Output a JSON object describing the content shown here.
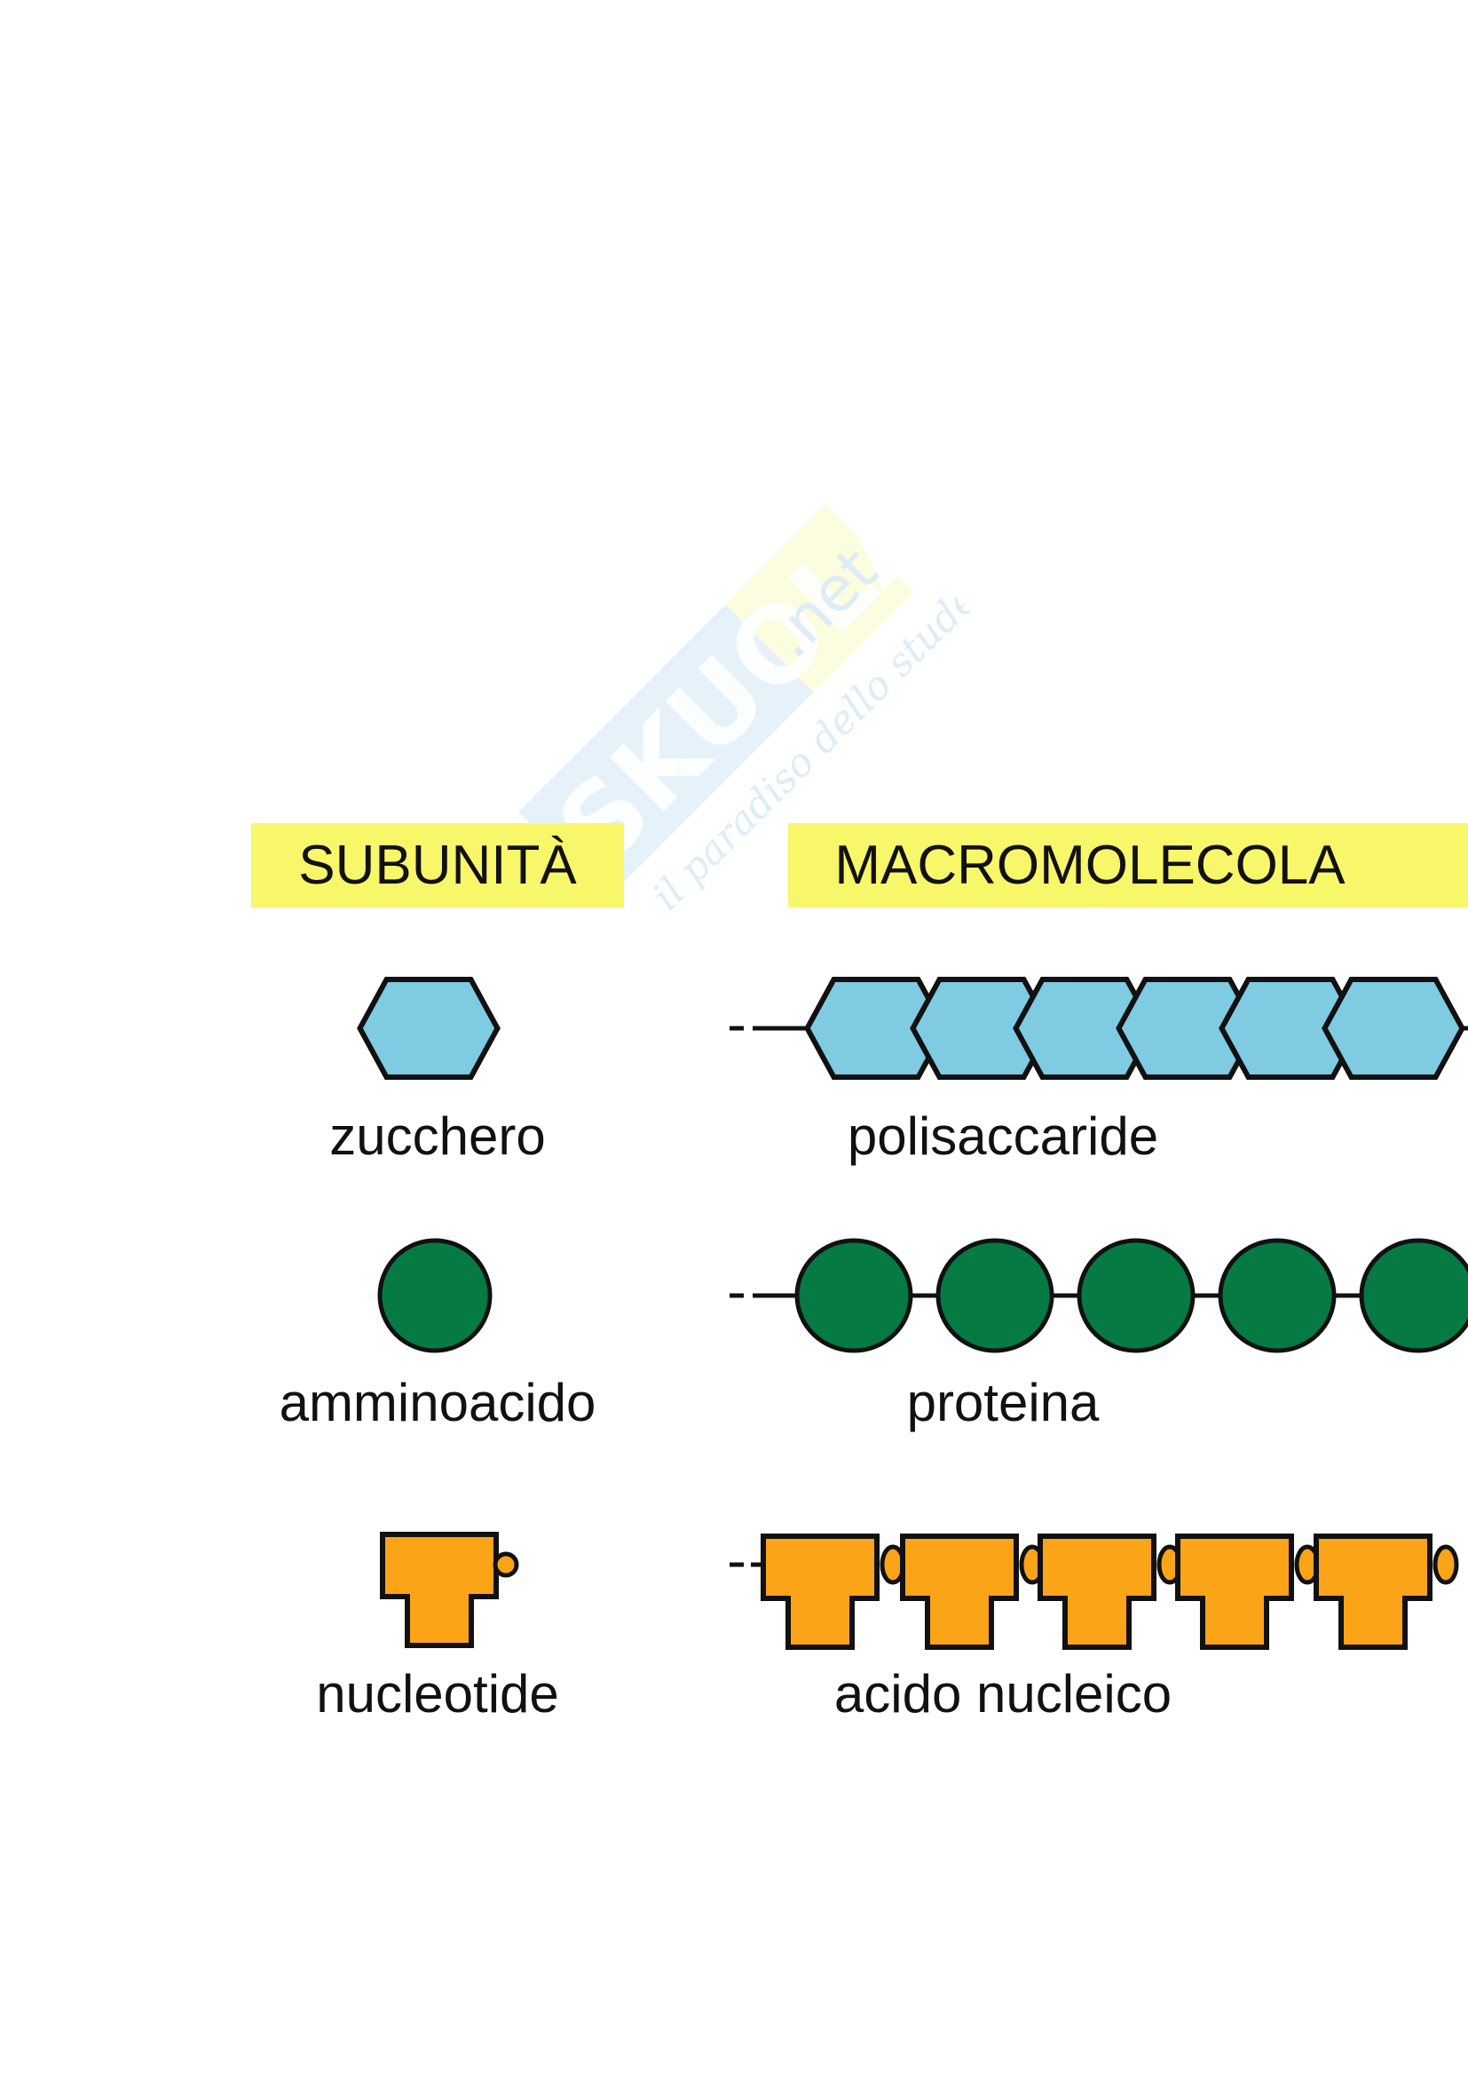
{
  "headers": {
    "subunit": "SUBUNITÀ",
    "macromolecule": "MACROMOLECOLA"
  },
  "rows": [
    {
      "subunit_label": "zucchero",
      "macromolecule_label": "polisaccaride",
      "shape": "hexagon",
      "color": "#7ECBE2"
    },
    {
      "subunit_label": "amminoacido",
      "macromolecule_label": "proteina",
      "shape": "circle",
      "color": "#057A43"
    },
    {
      "subunit_label": "nucleotide",
      "macromolecule_label": "acido nucleico",
      "shape": "t-block",
      "color": "#FBA418"
    }
  ],
  "colors": {
    "header_highlight": "#F8F76A",
    "outline": "#111111",
    "watermark_blue": "#D8ECF8",
    "watermark_yellow": "#FBFBD8"
  },
  "watermark": {
    "brand": "SKUOLA",
    "suffix": ".net",
    "tagline": "il paradiso dello studente"
  }
}
